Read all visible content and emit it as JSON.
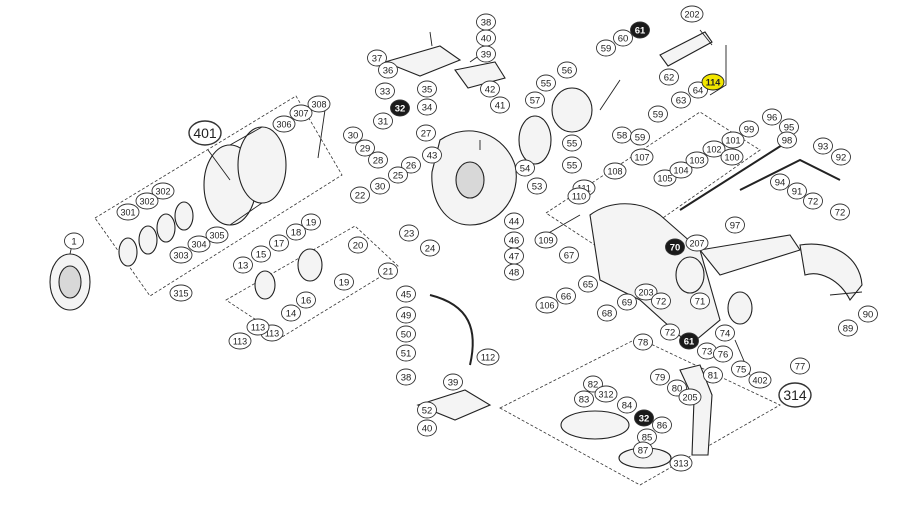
{
  "diagram": {
    "colors": {
      "bubble_fill": "#ffffff",
      "bubble_stroke": "#333333",
      "dark_fill": "#1a1a1a",
      "highlight_fill": "#f2e600",
      "ink": "#222222"
    },
    "callouts": [
      {
        "id": "c38a",
        "label": "38",
        "style": "normal"
      },
      {
        "id": "c39a",
        "label": "39",
        "style": "normal"
      },
      {
        "id": "c40a",
        "label": "40",
        "style": "normal"
      },
      {
        "id": "c37",
        "label": "37",
        "style": "normal"
      },
      {
        "id": "c36",
        "label": "36",
        "style": "normal"
      },
      {
        "id": "c35",
        "label": "35",
        "style": "normal"
      },
      {
        "id": "c34",
        "label": "34",
        "style": "normal"
      },
      {
        "id": "c33",
        "label": "33",
        "style": "normal"
      },
      {
        "id": "c32a",
        "label": "32",
        "style": "dark"
      },
      {
        "id": "c31",
        "label": "31",
        "style": "normal"
      },
      {
        "id": "c30a",
        "label": "30",
        "style": "normal"
      },
      {
        "id": "c29",
        "label": "29",
        "style": "normal"
      },
      {
        "id": "c28",
        "label": "28",
        "style": "normal"
      },
      {
        "id": "c27",
        "label": "27",
        "style": "normal"
      },
      {
        "id": "c42",
        "label": "42",
        "style": "normal"
      },
      {
        "id": "c41",
        "label": "41",
        "style": "normal"
      },
      {
        "id": "c43",
        "label": "43",
        "style": "normal"
      },
      {
        "id": "c26",
        "label": "26",
        "style": "normal"
      },
      {
        "id": "c25",
        "label": "25",
        "style": "normal"
      },
      {
        "id": "c30b",
        "label": "30",
        "style": "normal"
      },
      {
        "id": "c22",
        "label": "22",
        "style": "normal"
      },
      {
        "id": "c23",
        "label": "23",
        "style": "normal"
      },
      {
        "id": "c24",
        "label": "24",
        "style": "normal"
      },
      {
        "id": "c21",
        "label": "21",
        "style": "normal"
      },
      {
        "id": "c20",
        "label": "20",
        "style": "normal"
      },
      {
        "id": "c19a",
        "label": "19",
        "style": "normal"
      },
      {
        "id": "c19b",
        "label": "19",
        "style": "normal"
      },
      {
        "id": "c18",
        "label": "18",
        "style": "normal"
      },
      {
        "id": "c17",
        "label": "17",
        "style": "normal"
      },
      {
        "id": "c16",
        "label": "16",
        "style": "normal"
      },
      {
        "id": "c15",
        "label": "15",
        "style": "normal"
      },
      {
        "id": "c14",
        "label": "14",
        "style": "normal"
      },
      {
        "id": "c13",
        "label": "13",
        "style": "normal"
      },
      {
        "id": "c113a",
        "label": "113",
        "style": "normal"
      },
      {
        "id": "c113b",
        "label": "113",
        "style": "normal"
      },
      {
        "id": "c113c",
        "label": "113",
        "style": "normal"
      },
      {
        "id": "c401",
        "label": "401",
        "style": "large"
      },
      {
        "id": "c306",
        "label": "306",
        "style": "normal"
      },
      {
        "id": "c307",
        "label": "307",
        "style": "normal"
      },
      {
        "id": "c308",
        "label": "308",
        "style": "normal"
      },
      {
        "id": "c302a",
        "label": "302",
        "style": "normal"
      },
      {
        "id": "c302b",
        "label": "302",
        "style": "normal"
      },
      {
        "id": "c301",
        "label": "301",
        "style": "normal"
      },
      {
        "id": "c305",
        "label": "305",
        "style": "normal"
      },
      {
        "id": "c304",
        "label": "304",
        "style": "normal"
      },
      {
        "id": "c303",
        "label": "303",
        "style": "normal"
      },
      {
        "id": "c315",
        "label": "315",
        "style": "normal"
      },
      {
        "id": "c1",
        "label": "1",
        "style": "normal"
      },
      {
        "id": "c44",
        "label": "44",
        "style": "normal"
      },
      {
        "id": "c46",
        "label": "46",
        "style": "normal"
      },
      {
        "id": "c47",
        "label": "47",
        "style": "normal"
      },
      {
        "id": "c48",
        "label": "48",
        "style": "normal"
      },
      {
        "id": "c45",
        "label": "45",
        "style": "normal"
      },
      {
        "id": "c49",
        "label": "49",
        "style": "normal"
      },
      {
        "id": "c50",
        "label": "50",
        "style": "normal"
      },
      {
        "id": "c51",
        "label": "51",
        "style": "normal"
      },
      {
        "id": "c38b",
        "label": "38",
        "style": "normal"
      },
      {
        "id": "c39b",
        "label": "39",
        "style": "normal"
      },
      {
        "id": "c52",
        "label": "52",
        "style": "normal"
      },
      {
        "id": "c40b",
        "label": "40",
        "style": "normal"
      },
      {
        "id": "c112",
        "label": "112",
        "style": "normal"
      },
      {
        "id": "c55a",
        "label": "55",
        "style": "normal"
      },
      {
        "id": "c56",
        "label": "56",
        "style": "normal"
      },
      {
        "id": "c57",
        "label": "57",
        "style": "normal"
      },
      {
        "id": "c54",
        "label": "54",
        "style": "normal"
      },
      {
        "id": "c53",
        "label": "53",
        "style": "normal"
      },
      {
        "id": "c55b",
        "label": "55",
        "style": "normal"
      },
      {
        "id": "c55c",
        "label": "55",
        "style": "normal"
      },
      {
        "id": "c59a",
        "label": "59",
        "style": "normal"
      },
      {
        "id": "c60",
        "label": "60",
        "style": "normal"
      },
      {
        "id": "c61a",
        "label": "61",
        "style": "dark"
      },
      {
        "id": "c202",
        "label": "202",
        "style": "normal"
      },
      {
        "id": "c58",
        "label": "58",
        "style": "normal"
      },
      {
        "id": "c59b",
        "label": "59",
        "style": "normal"
      },
      {
        "id": "c59c",
        "label": "59",
        "style": "normal"
      },
      {
        "id": "c62",
        "label": "62",
        "style": "normal"
      },
      {
        "id": "c63",
        "label": "63",
        "style": "normal"
      },
      {
        "id": "c64",
        "label": "64",
        "style": "normal"
      },
      {
        "id": "c114",
        "label": "114",
        "style": "highlight"
      },
      {
        "id": "c107",
        "label": "107",
        "style": "normal"
      },
      {
        "id": "c108",
        "label": "108",
        "style": "normal"
      },
      {
        "id": "c111",
        "label": "111",
        "style": "normal"
      },
      {
        "id": "c110",
        "label": "110",
        "style": "normal"
      },
      {
        "id": "c105",
        "label": "105",
        "style": "normal"
      },
      {
        "id": "c104",
        "label": "104",
        "style": "normal"
      },
      {
        "id": "c103",
        "label": "103",
        "style": "normal"
      },
      {
        "id": "c102",
        "label": "102",
        "style": "normal"
      },
      {
        "id": "c101",
        "label": "101",
        "style": "normal"
      },
      {
        "id": "c100",
        "label": "100",
        "style": "normal"
      },
      {
        "id": "c99",
        "label": "99",
        "style": "normal"
      },
      {
        "id": "c96",
        "label": "96",
        "style": "normal"
      },
      {
        "id": "c95",
        "label": "95",
        "style": "normal"
      },
      {
        "id": "c98",
        "label": "98",
        "style": "normal"
      },
      {
        "id": "c93",
        "label": "93",
        "style": "normal"
      },
      {
        "id": "c92",
        "label": "92",
        "style": "normal"
      },
      {
        "id": "c94",
        "label": "94",
        "style": "normal"
      },
      {
        "id": "c91",
        "label": "91",
        "style": "normal"
      },
      {
        "id": "c72a",
        "label": "72",
        "style": "normal"
      },
      {
        "id": "c72b",
        "label": "72",
        "style": "normal"
      },
      {
        "id": "c97",
        "label": "97",
        "style": "normal"
      },
      {
        "id": "c109",
        "label": "109",
        "style": "normal"
      },
      {
        "id": "c70",
        "label": "70",
        "style": "dark"
      },
      {
        "id": "c207",
        "label": "207",
        "style": "normal"
      },
      {
        "id": "c67",
        "label": "67",
        "style": "normal"
      },
      {
        "id": "c66",
        "label": "66",
        "style": "normal"
      },
      {
        "id": "c106",
        "label": "106",
        "style": "normal"
      },
      {
        "id": "c65",
        "label": "65",
        "style": "normal"
      },
      {
        "id": "c68",
        "label": "68",
        "style": "normal"
      },
      {
        "id": "c69",
        "label": "69",
        "style": "normal"
      },
      {
        "id": "c203",
        "label": "203",
        "style": "normal"
      },
      {
        "id": "c72c",
        "label": "72",
        "style": "normal"
      },
      {
        "id": "c71",
        "label": "71",
        "style": "normal"
      },
      {
        "id": "c72d",
        "label": "72",
        "style": "normal"
      },
      {
        "id": "c61b",
        "label": "61",
        "style": "dark"
      },
      {
        "id": "c74",
        "label": "74",
        "style": "normal"
      },
      {
        "id": "c73",
        "label": "73",
        "style": "normal"
      },
      {
        "id": "c76",
        "label": "76",
        "style": "normal"
      },
      {
        "id": "c75",
        "label": "75",
        "style": "normal"
      },
      {
        "id": "c402",
        "label": "402",
        "style": "normal"
      },
      {
        "id": "c77",
        "label": "77",
        "style": "normal"
      },
      {
        "id": "c89",
        "label": "89",
        "style": "normal"
      },
      {
        "id": "c90",
        "label": "90",
        "style": "normal"
      },
      {
        "id": "c314",
        "label": "314",
        "style": "large"
      },
      {
        "id": "c78",
        "label": "78",
        "style": "normal"
      },
      {
        "id": "c79",
        "label": "79",
        "style": "normal"
      },
      {
        "id": "c80",
        "label": "80",
        "style": "normal"
      },
      {
        "id": "c81",
        "label": "81",
        "style": "normal"
      },
      {
        "id": "c205",
        "label": "205",
        "style": "normal"
      },
      {
        "id": "c83",
        "label": "83",
        "style": "normal"
      },
      {
        "id": "c82",
        "label": "82",
        "style": "normal"
      },
      {
        "id": "c312",
        "label": "312",
        "style": "normal"
      },
      {
        "id": "c84",
        "label": "84",
        "style": "normal"
      },
      {
        "id": "c32b",
        "label": "32",
        "style": "dark"
      },
      {
        "id": "c86",
        "label": "86",
        "style": "normal"
      },
      {
        "id": "c85",
        "label": "85",
        "style": "normal"
      },
      {
        "id": "c87",
        "label": "87",
        "style": "normal"
      },
      {
        "id": "c313",
        "label": "313",
        "style": "normal"
      }
    ]
  }
}
